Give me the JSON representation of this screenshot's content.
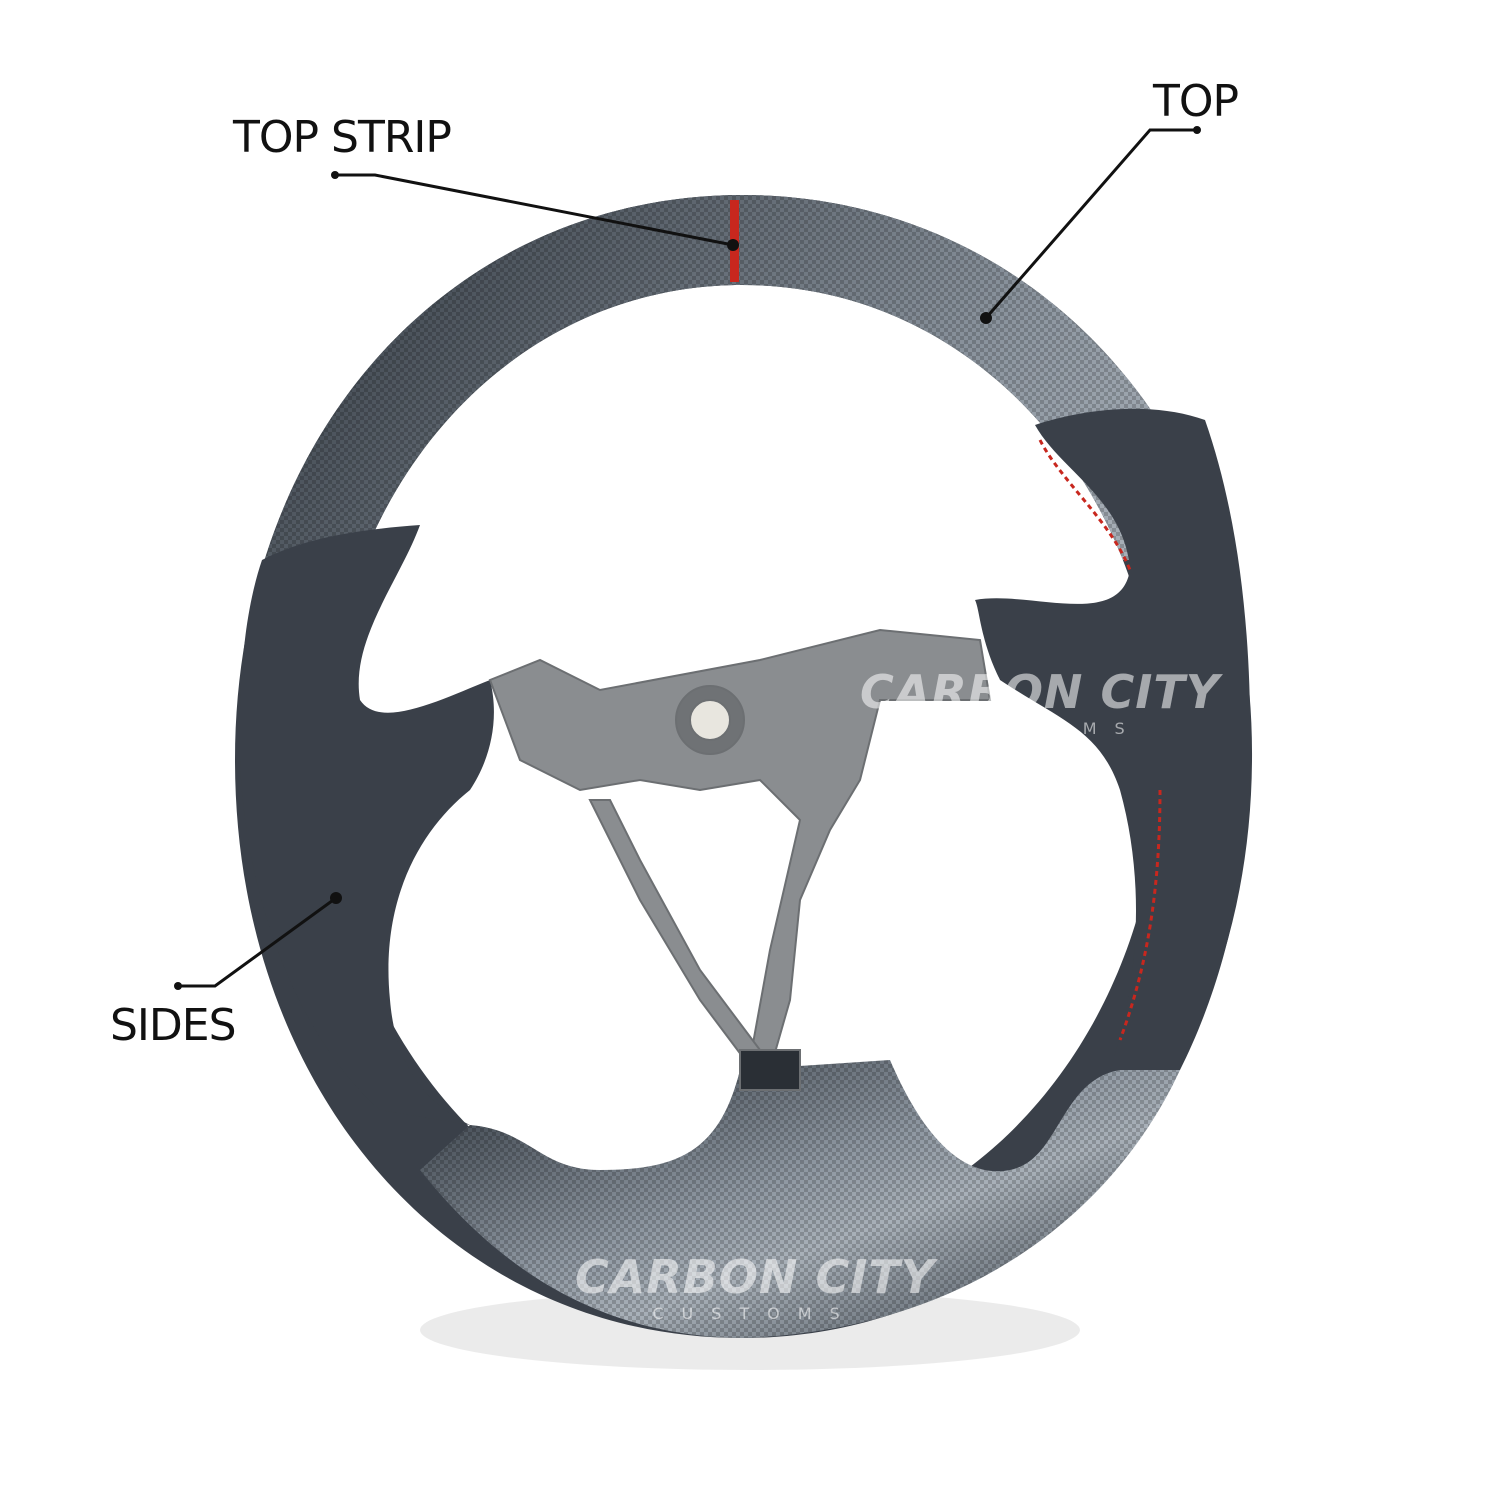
{
  "callouts": {
    "top_strip": "TOP STRIP",
    "top": "TOP",
    "sides": "SIDES"
  },
  "watermark": {
    "brand": "CARBON CITY",
    "sub": "CUSTOMS"
  },
  "colors": {
    "carbon": "#3e4650",
    "carbon_light": "#8c949e",
    "leather": "#3a4049",
    "stitch": "#c8271e",
    "frame": "#8a8d90",
    "leader": "#111111"
  }
}
